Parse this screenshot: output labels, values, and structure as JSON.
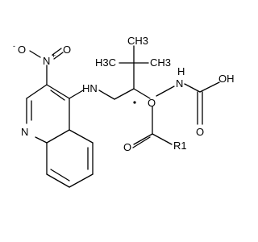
{
  "molecule": {
    "atoms": {
      "o_minus": "O",
      "charge_minus": "-",
      "n_nitro": "N",
      "charge_plus": "+",
      "o_nitro": "O",
      "nh_amine": "HN",
      "n_quinoline": "N",
      "o_ester": "O",
      "nh_carbamate": "H",
      "n_carbamate": "N",
      "oh_carbamate": "OH",
      "o_carbonyl_carbamate": "O",
      "o_carbonyl_acyl": "O",
      "r_group": "R1",
      "methyl_top": "CH3",
      "methyl_left": "H3C",
      "methyl_right": "CH3"
    },
    "bond_style_color": "#000000"
  }
}
